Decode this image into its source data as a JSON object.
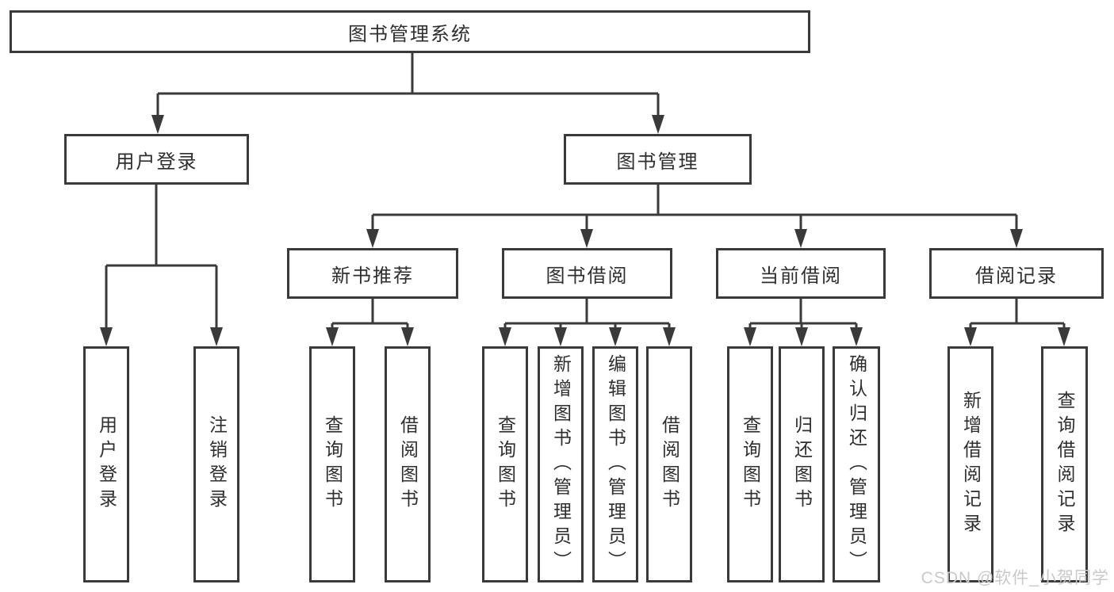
{
  "diagram": {
    "root": {
      "label": "图书管理系统"
    },
    "level2": [
      {
        "label": "用户登录"
      },
      {
        "label": "图书管理"
      }
    ],
    "level3": [
      {
        "label": "新书推荐"
      },
      {
        "label": "图书借阅"
      },
      {
        "label": "当前借阅"
      },
      {
        "label": "借阅记录"
      }
    ],
    "level4": [
      {
        "label": "用户登录"
      },
      {
        "label": "注销登录"
      },
      {
        "label": "查询图书"
      },
      {
        "label": "借阅图书"
      },
      {
        "label": "查询图书"
      },
      {
        "label": "新增图书（管理员）"
      },
      {
        "label": "编辑图书（管理员）"
      },
      {
        "label": "借阅图书"
      },
      {
        "label": "查询图书"
      },
      {
        "label": "归还图书"
      },
      {
        "label": "确认归还（管理员）"
      },
      {
        "label": "新增借阅记录"
      },
      {
        "label": "查询借阅记录"
      }
    ]
  },
  "watermark": {
    "text": "CSDN @软件_小贺同学"
  },
  "colors": {
    "line": "#3a3a3a",
    "text": "#2e2e2e",
    "background": "#ffffff",
    "watermark": "#c9c9c9"
  }
}
